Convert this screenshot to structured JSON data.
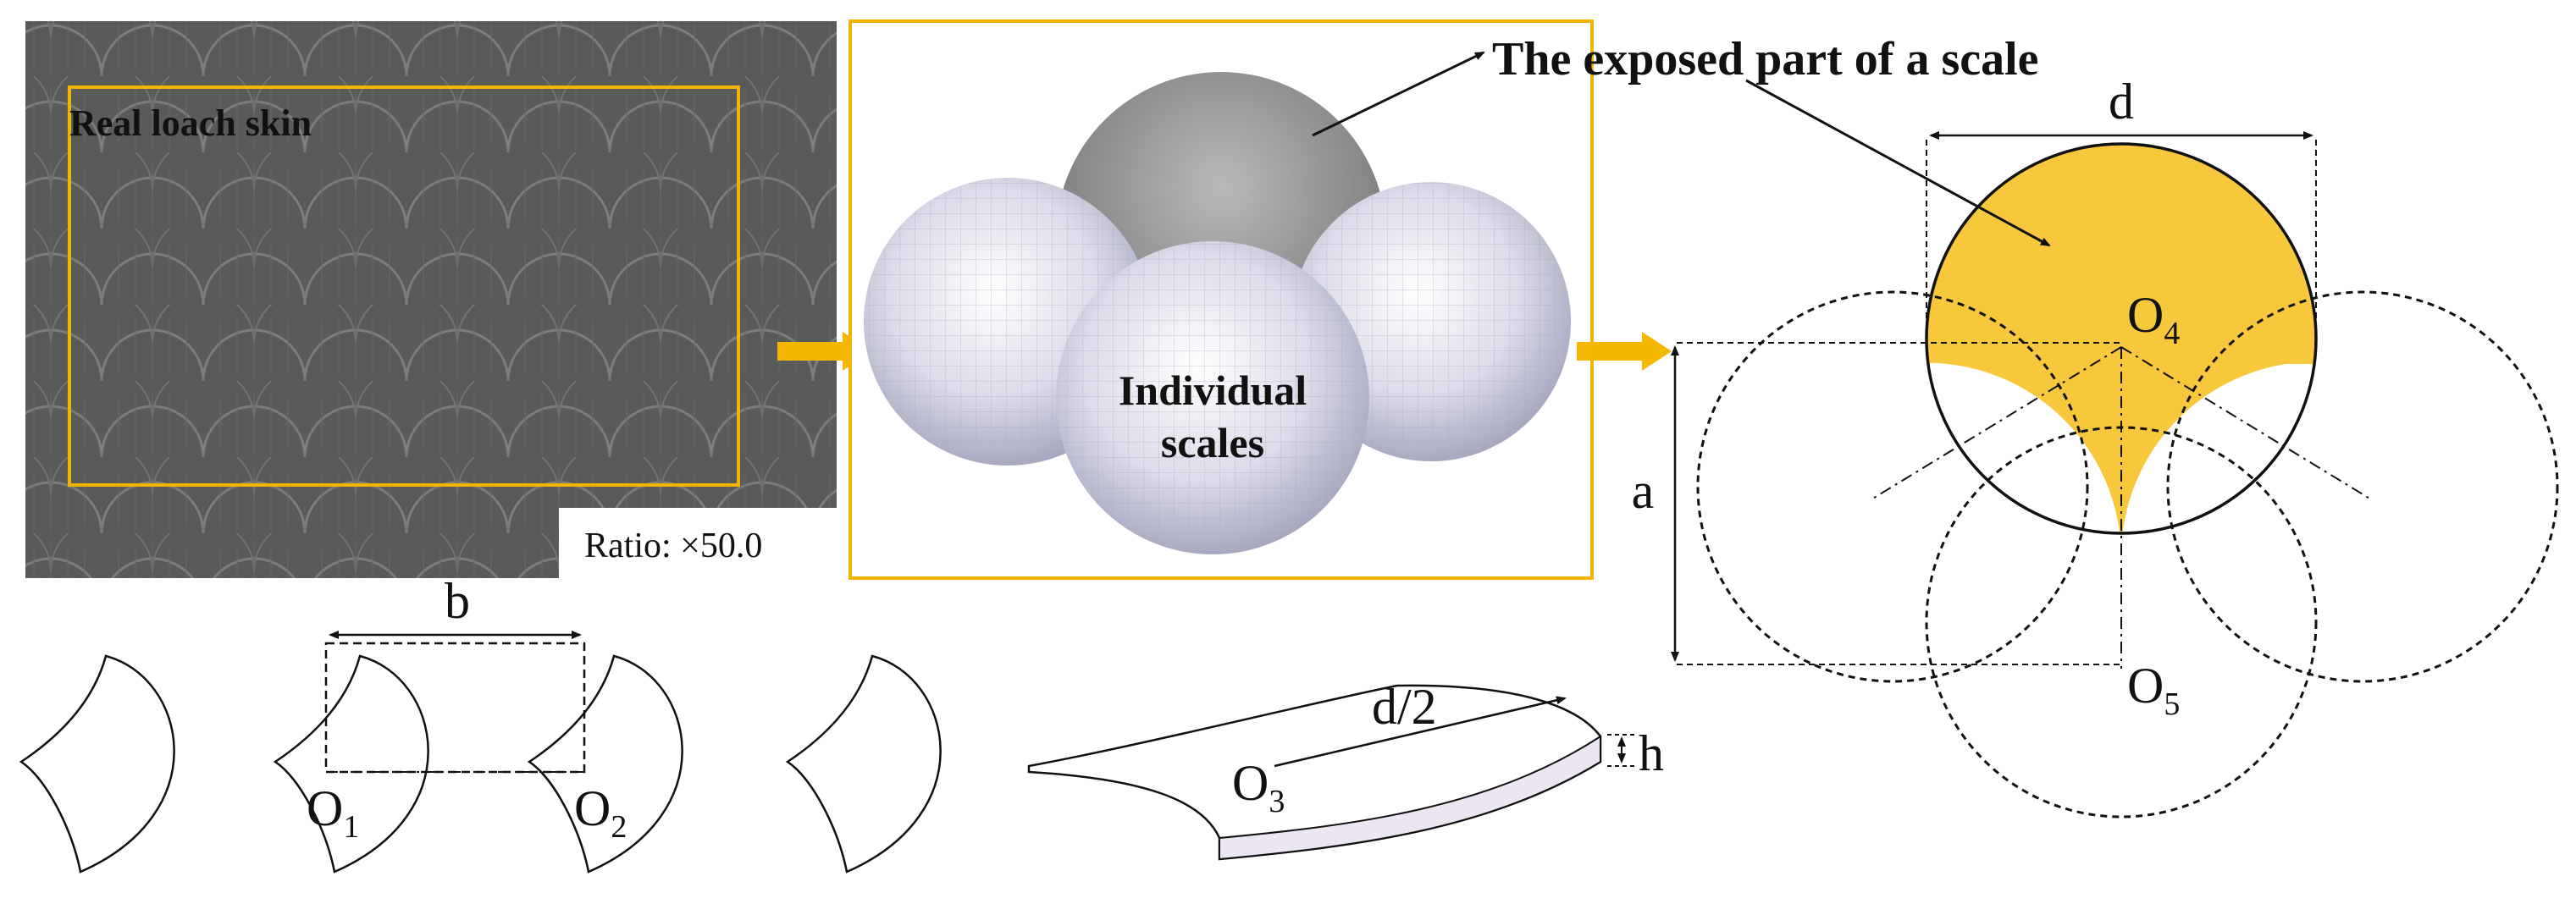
{
  "photo": {
    "label": "Real loach skin",
    "ratio_label": "Ratio: ×50.0"
  },
  "model": {
    "callout": "The exposed part of a scale",
    "center_label_line1": "Individual",
    "center_label_line2": "scales"
  },
  "geometry": {
    "dim_d": "d",
    "dim_a": "a",
    "dim_b": "b",
    "dim_h": "h",
    "dim_half_d": "d/2",
    "o4_letter": "O",
    "o4_sub": "4",
    "o5_letter": "O",
    "o5_sub": "5",
    "o1_letter": "O",
    "o1_sub": "1",
    "o2_letter": "O",
    "o2_sub": "2",
    "o3_letter": "O",
    "o3_sub": "3"
  },
  "colors": {
    "accent": "#f2b800",
    "scale_fill": "#f7c83c",
    "frame": "#f2b400",
    "arrow": "#f5b800"
  }
}
